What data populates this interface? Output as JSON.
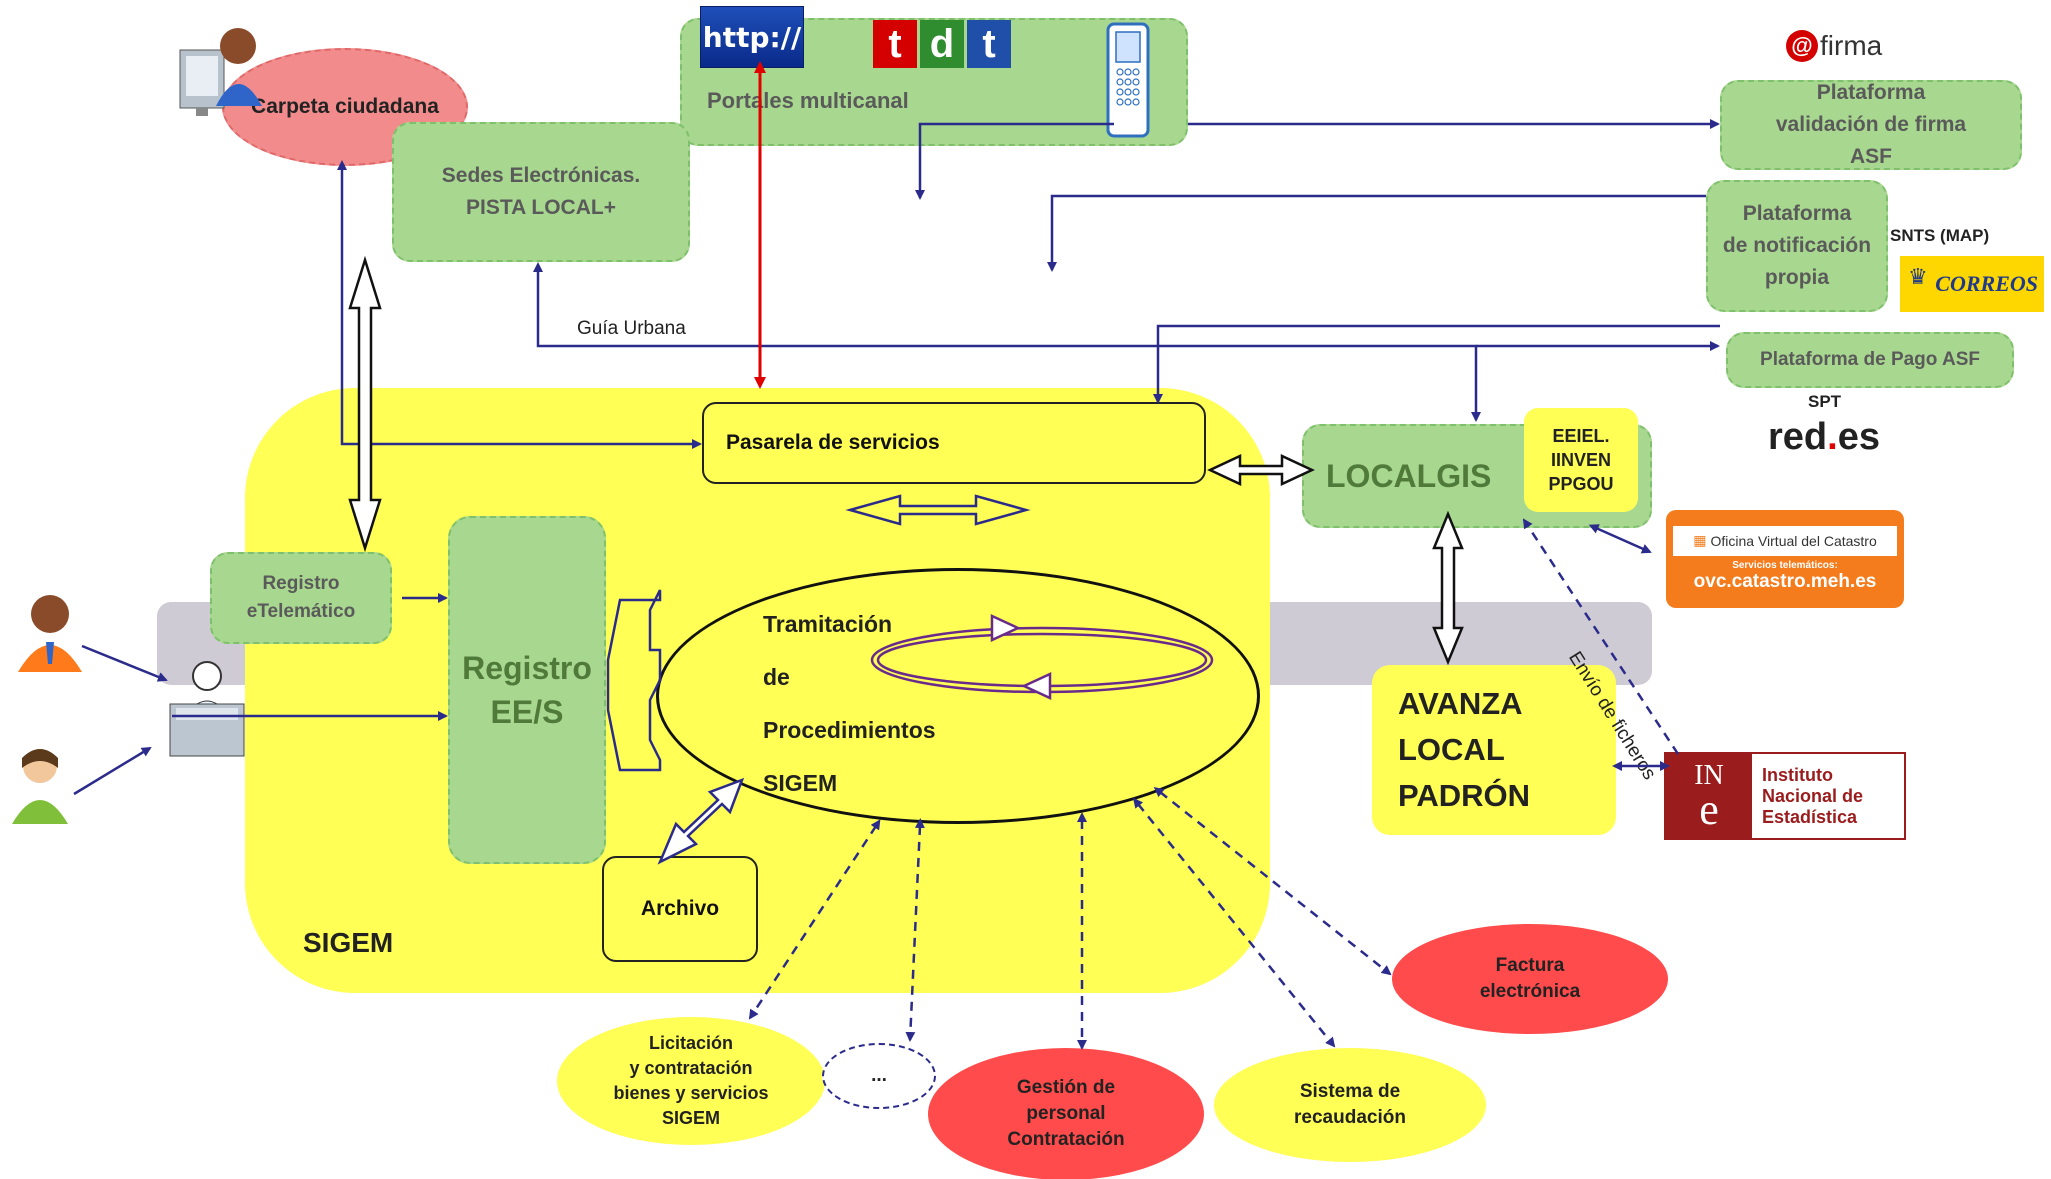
{
  "nodes": {
    "carpeta": "Carpeta ciudadana",
    "portales": "Portales multicanal",
    "sedes": "Sedes Electrónicas.\nPISTA LOCAL+",
    "plataforma_firma": "Plataforma\nvalidación de firma\nASF",
    "plataforma_notificacion": "Plataforma\nde notificación\npropia",
    "plataforma_pago": "Plataforma de Pago  ASF",
    "pasarela": "Pasarela de servicios",
    "localgis": "LOCALGIS",
    "eeiel": "EEIEL.\nIINVEN\nPPGOU",
    "registro_telematico": "Registro\neTelemático",
    "registro_es": "Registro\nEE/S",
    "tramitacion": "Tramitación\nde\nProcedimientos\nSIGEM",
    "archivo": "Archivo",
    "sigem": "SIGEM",
    "avanza": "AVANZA\nLOCAL\nPADRÓN",
    "factura": "Factura\nelectrónica",
    "licitacion": "Licitación\ny contratación\nbienes y servicios\nSIGEM",
    "ellipsis": "...",
    "gestion": "Gestión de\npersonal\nContratación",
    "recaudacion": "Sistema de\nrecaudación"
  },
  "labels": {
    "guia_urbana": "Guía Urbana",
    "envio_ficheros": "Envío de ficheros",
    "snts": "SNTS (MAP)",
    "spt": "SPT"
  },
  "logos": {
    "http": "http://",
    "tdt": [
      "t",
      "d",
      "t"
    ],
    "afirma_mark": "@",
    "afirma_text": "firma",
    "correos": "CORREOS",
    "redes_a": "red",
    "redes_dot": ".",
    "redes_b": "es",
    "catastro_title": "Oficina Virtual del Catastro",
    "catastro_sub": "Servicios telemáticos:",
    "catastro_url": "ovc.catastro.meh.es",
    "ine_mark_top": "IN",
    "ine_mark_bottom": "e",
    "ine_text": "Instituto\nNacional de\nEstadística"
  },
  "icons": [
    "user-with-computer-icon",
    "mobile-phone-icon",
    "man-user-icon",
    "woman-user-icon",
    "clerk-at-desk-icon",
    "cycle-arrows-icon"
  ],
  "colors": {
    "green": "#a8d88f",
    "yellow": "#ffff55",
    "red": "#ff4b4b",
    "pink": "#f28b8b",
    "navy": "#2b2b8c",
    "gray_band": "#cfcbd4",
    "http_red_arrow": "#e00000"
  }
}
